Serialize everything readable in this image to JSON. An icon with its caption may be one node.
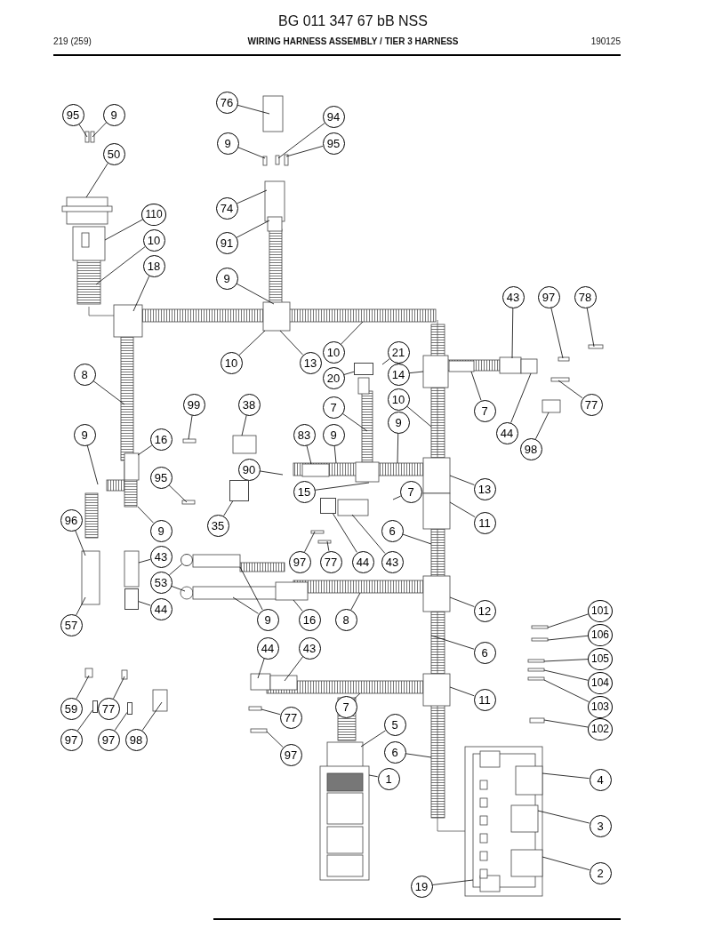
{
  "diagram": {
    "title": "WIRING HARNESS ASSEMBLY / TIER 3 HARNESS",
    "nodes": [
      {
        "text": [
          "95"
        ]
      },
      {
        "text": [
          "9"
        ]
      },
      {
        "text": [
          "50"
        ]
      },
      {
        "text": [
          "76"
        ]
      },
      {
        "text": [
          "94"
        ]
      },
      {
        "text": [
          "9"
        ]
      },
      {
        "text": [
          "95"
        ]
      },
      {
        "text": [
          "74"
        ]
      },
      {
        "text": [
          "110"
        ]
      },
      {
        "text": [
          "91"
        ]
      },
      {
        "text": [
          "10"
        ]
      },
      {
        "text": [
          "18"
        ]
      },
      {
        "text": [
          "9"
        ]
      },
      {
        "text": [
          "43"
        ]
      },
      {
        "text": [
          "97"
        ]
      },
      {
        "text": [
          "78"
        ]
      },
      {
        "text": [
          "10"
        ]
      },
      {
        "text": [
          "21"
        ]
      },
      {
        "text": [
          "10"
        ]
      },
      {
        "text": [
          "13"
        ]
      },
      {
        "text": [
          "8"
        ]
      },
      {
        "text": [
          "20"
        ]
      },
      {
        "text": [
          "14"
        ]
      },
      {
        "text": [
          "10"
        ]
      },
      {
        "text": [
          "7"
        ]
      },
      {
        "text": [
          "99"
        ]
      },
      {
        "text": [
          "38"
        ]
      },
      {
        "text": [
          "77"
        ]
      },
      {
        "text": [
          "7"
        ]
      },
      {
        "text": [
          "9"
        ]
      },
      {
        "text": [
          "83"
        ]
      },
      {
        "text": [
          "9"
        ]
      },
      {
        "text": [
          "44"
        ]
      },
      {
        "text": [
          "16"
        ]
      },
      {
        "text": [
          "9"
        ]
      },
      {
        "text": [
          "98"
        ]
      },
      {
        "text": [
          "90"
        ]
      },
      {
        "text": [
          "95"
        ]
      },
      {
        "text": [
          "13"
        ]
      },
      {
        "text": [
          "15"
        ]
      },
      {
        "text": [
          "7"
        ]
      },
      {
        "text": [
          "35"
        ]
      },
      {
        "text": [
          "11"
        ]
      },
      {
        "text": [
          "96"
        ]
      },
      {
        "text": [
          "9"
        ]
      },
      {
        "text": [
          "6"
        ]
      },
      {
        "text": [
          "43"
        ]
      },
      {
        "text": [
          "97"
        ]
      },
      {
        "text": [
          "77"
        ]
      },
      {
        "text": [
          "44"
        ]
      },
      {
        "text": [
          "43"
        ]
      },
      {
        "text": [
          "53"
        ]
      },
      {
        "text": [
          "44"
        ]
      },
      {
        "text": [
          "12"
        ]
      },
      {
        "text": [
          "101"
        ]
      },
      {
        "text": [
          "9"
        ]
      },
      {
        "text": [
          "16"
        ]
      },
      {
        "text": [
          "8"
        ]
      },
      {
        "text": [
          "57"
        ]
      },
      {
        "text": [
          "106"
        ]
      },
      {
        "text": [
          "44"
        ]
      },
      {
        "text": [
          "43"
        ]
      },
      {
        "text": [
          "6"
        ]
      },
      {
        "text": [
          "105"
        ]
      },
      {
        "text": [
          "104"
        ]
      },
      {
        "text": [
          "11"
        ]
      },
      {
        "text": [
          "7"
        ]
      },
      {
        "text": [
          "59"
        ]
      },
      {
        "text": [
          "77"
        ]
      },
      {
        "text": [
          "77"
        ]
      },
      {
        "text": [
          "103"
        ]
      },
      {
        "text": [
          "5"
        ]
      },
      {
        "text": [
          "102"
        ]
      },
      {
        "text": [
          "97"
        ]
      },
      {
        "text": [
          "97"
        ]
      },
      {
        "text": [
          "98"
        ]
      },
      {
        "text": [
          "97"
        ]
      },
      {
        "text": [
          "6"
        ]
      },
      {
        "text": [
          "1"
        ]
      },
      {
        "text": [
          "4"
        ]
      },
      {
        "text": [
          "3"
        ]
      },
      {
        "text": [
          "2"
        ]
      },
      {
        "text": [
          "19"
        ]
      },
      {
        "text": [],
        "shape": "box"
      },
      {
        "text": [],
        "shape": "box"
      },
      {
        "text": [],
        "shape": "box"
      },
      {
        "text": [],
        "shape": "circle"
      },
      {
        "text": [],
        "shape": "box"
      },
      {
        "text": [],
        "shape": "box"
      },
      {
        "text": [],
        "shape": "box"
      }
    ],
    "edges": [
      {
        "from": 0,
        "to": null,
        "arrow": "none"
      },
      {
        "from": 1,
        "to": null,
        "arrow": "none"
      },
      {
        "from": 2,
        "to": null,
        "arrow": "none"
      },
      {
        "from": 3,
        "to": null,
        "arrow": "none"
      },
      {
        "from": 4,
        "to": null,
        "arrow": "none"
      },
      {
        "from": 5,
        "to": null,
        "arrow": "none"
      },
      {
        "from": 6,
        "to": null,
        "arrow": "none"
      },
      {
        "from": 7,
        "to": null,
        "arrow": "none"
      },
      {
        "from": 8,
        "to": null,
        "arrow": "none"
      },
      {
        "from": 9,
        "to": null,
        "arrow": "none"
      },
      {
        "from": 10,
        "to": null,
        "arrow": "none"
      },
      {
        "from": 11,
        "to": null,
        "arrow": "none"
      },
      {
        "from": 12,
        "to": null,
        "arrow": "none"
      },
      {
        "from": 13,
        "to": null,
        "arrow": "none"
      },
      {
        "from": 14,
        "to": null,
        "arrow": "none"
      },
      {
        "from": 15,
        "to": null,
        "arrow": "none"
      },
      {
        "from": 16,
        "to": null,
        "arrow": "none"
      },
      {
        "from": 17,
        "to": null,
        "arrow": "none"
      },
      {
        "from": 18,
        "to": null,
        "arrow": "none"
      },
      {
        "from": 19,
        "to": null,
        "arrow": "none"
      },
      {
        "from": 20,
        "to": null,
        "arrow": "none"
      },
      {
        "from": 21,
        "to": 83,
        "arrow": "none"
      },
      {
        "from": 22,
        "to": null,
        "arrow": "none"
      },
      {
        "from": 23,
        "to": null,
        "arrow": "none"
      },
      {
        "from": 24,
        "to": null,
        "arrow": "none"
      },
      {
        "from": 25,
        "to": null,
        "arrow": "none"
      },
      {
        "from": 26,
        "to": null,
        "arrow": "none"
      },
      {
        "from": 27,
        "to": null,
        "arrow": "none"
      },
      {
        "from": 28,
        "to": null,
        "arrow": "none"
      },
      {
        "from": 29,
        "to": null,
        "arrow": "none"
      },
      {
        "from": 30,
        "to": null,
        "arrow": "none"
      },
      {
        "from": 31,
        "to": null,
        "arrow": "none"
      },
      {
        "from": 32,
        "to": null,
        "arrow": "none"
      },
      {
        "from": 33,
        "to": null,
        "arrow": "none"
      },
      {
        "from": 34,
        "to": null,
        "arrow": "none"
      },
      {
        "from": 35,
        "to": null,
        "arrow": "none"
      },
      {
        "from": 36,
        "to": null,
        "arrow": "none"
      },
      {
        "from": 37,
        "to": null,
        "arrow": "none"
      },
      {
        "from": 38,
        "to": null,
        "arrow": "none"
      },
      {
        "from": 39,
        "to": null,
        "arrow": "none"
      },
      {
        "from": 40,
        "to": null,
        "arrow": "none"
      },
      {
        "from": 41,
        "to": 84,
        "arrow": "none"
      },
      {
        "from": 42,
        "to": null,
        "arrow": "none"
      },
      {
        "from": 43,
        "to": null,
        "arrow": "none"
      },
      {
        "from": 44,
        "to": null,
        "arrow": "none"
      },
      {
        "from": 45,
        "to": null,
        "arrow": "none"
      },
      {
        "from": 46,
        "to": null,
        "arrow": "none"
      },
      {
        "from": 47,
        "to": null,
        "arrow": "none"
      },
      {
        "from": 48,
        "to": null,
        "arrow": "none"
      },
      {
        "from": 49,
        "to": 85,
        "arrow": "none"
      },
      {
        "from": 50,
        "to": null,
        "arrow": "none"
      },
      {
        "from": 51,
        "to": 86,
        "arrow": "none"
      },
      {
        "from": 51,
        "to": null,
        "arrow": "none"
      },
      {
        "from": 52,
        "to": 87,
        "arrow": "none"
      },
      {
        "from": 53,
        "to": null,
        "arrow": "none"
      },
      {
        "from": 54,
        "to": null,
        "arrow": "none"
      },
      {
        "from": 55,
        "to": null,
        "arrow": "none"
      },
      {
        "from": 55,
        "to": null,
        "arrow": "none"
      },
      {
        "from": 56,
        "to": null,
        "arrow": "none"
      },
      {
        "from": 57,
        "to": null,
        "arrow": "none"
      },
      {
        "from": 58,
        "to": null,
        "arrow": "none"
      },
      {
        "from": 59,
        "to": null,
        "arrow": "none"
      },
      {
        "from": 60,
        "to": null,
        "arrow": "none"
      },
      {
        "from": 61,
        "to": null,
        "arrow": "none"
      },
      {
        "from": 62,
        "to": null,
        "arrow": "none"
      },
      {
        "from": 63,
        "to": null,
        "arrow": "none"
      },
      {
        "from": 64,
        "to": null,
        "arrow": "none"
      },
      {
        "from": 65,
        "to": null,
        "arrow": "none"
      },
      {
        "from": 66,
        "to": null,
        "arrow": "none"
      },
      {
        "from": 67,
        "to": null,
        "arrow": "none"
      },
      {
        "from": 68,
        "to": null,
        "arrow": "none"
      },
      {
        "from": 69,
        "to": null,
        "arrow": "none"
      },
      {
        "from": 70,
        "to": null,
        "arrow": "none"
      },
      {
        "from": 71,
        "to": null,
        "arrow": "none"
      },
      {
        "from": 72,
        "to": null,
        "arrow": "none"
      },
      {
        "from": 73,
        "to": 88,
        "arrow": "none"
      },
      {
        "from": 74,
        "to": 89,
        "arrow": "none"
      },
      {
        "from": 75,
        "to": null,
        "arrow": "none"
      },
      {
        "from": 76,
        "to": null,
        "arrow": "none"
      },
      {
        "from": 77,
        "to": null,
        "arrow": "none"
      },
      {
        "from": 78,
        "to": null,
        "arrow": "none"
      },
      {
        "from": 79,
        "to": null,
        "arrow": "none"
      },
      {
        "from": 80,
        "to": null,
        "arrow": "none"
      },
      {
        "from": 81,
        "to": null,
        "arrow": "none"
      },
      {
        "from": 82,
        "to": null,
        "arrow": "none"
      }
    ],
    "labels": [
      "BG 011 347 67 bB NSS",
      "219 (259)",
      "190125"
    ]
  }
}
